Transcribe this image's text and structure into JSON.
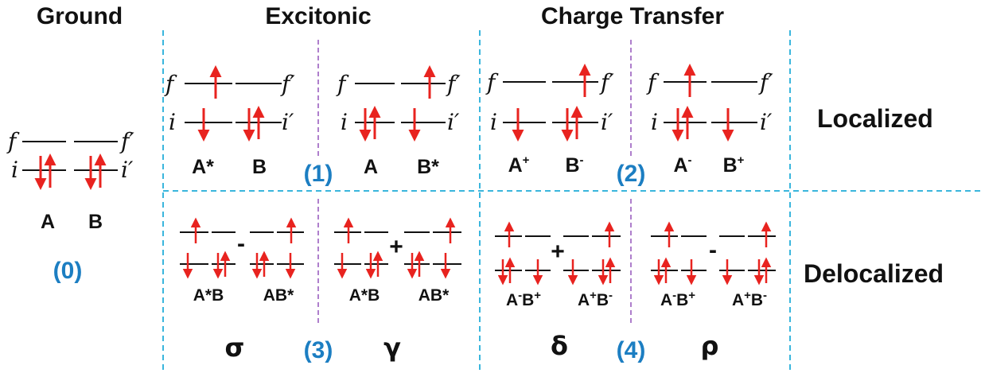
{
  "headers": {
    "ground": "Ground",
    "excitonic": "Excitonic",
    "charge_transfer": "Charge Transfer"
  },
  "side_labels": {
    "localized": "Localized",
    "delocalized": "Delocalized"
  },
  "orbitals": {
    "f": "f",
    "f_prime": "f′",
    "i": "i",
    "i_prime": "i′"
  },
  "ground": {
    "label_a": "A",
    "label_b": "B",
    "number": "(0)"
  },
  "loc_excitonic": {
    "left": {
      "label_a": "A*",
      "label_b": "B"
    },
    "right": {
      "label_a": "A",
      "label_b": "B*"
    },
    "number": "(1)"
  },
  "loc_ct": {
    "left": {
      "label_a": "A",
      "label_a_sup": "+",
      "label_b": "B",
      "label_b_sup": "-"
    },
    "right": {
      "label_a": "A",
      "label_a_sup": "-",
      "label_b": "B",
      "label_b_sup": "+"
    },
    "number": "(2)"
  },
  "deloc_excitonic": {
    "sigma": {
      "left": "A*B",
      "sign": "-",
      "right": "AB*",
      "greek": "σ"
    },
    "gamma": {
      "left": "A*B",
      "sign": "+",
      "right": "AB*",
      "greek": "γ"
    },
    "number": "(3)"
  },
  "deloc_ct": {
    "delta": {
      "left_a": "A",
      "left_a_sup": "-",
      "left_b": "B",
      "left_b_sup": "+",
      "sign": "+",
      "right_a": "A",
      "right_a_sup": "+",
      "right_b": "B",
      "right_b_sup": "-",
      "greek": "δ"
    },
    "rho": {
      "left_a": "A",
      "left_a_sup": "-",
      "left_b": "B",
      "left_b_sup": "+",
      "sign": "-",
      "right_a": "A",
      "right_a_sup": "+",
      "right_b": "B",
      "right_b_sup": "-",
      "greek": "ρ"
    },
    "number": "(4)"
  },
  "colors": {
    "spin_arrow": "#e8231f",
    "grid_line": "#3ab6dd",
    "divider": "#9b5fc0",
    "number": "#1c7ec2",
    "level_line": "#111111"
  }
}
